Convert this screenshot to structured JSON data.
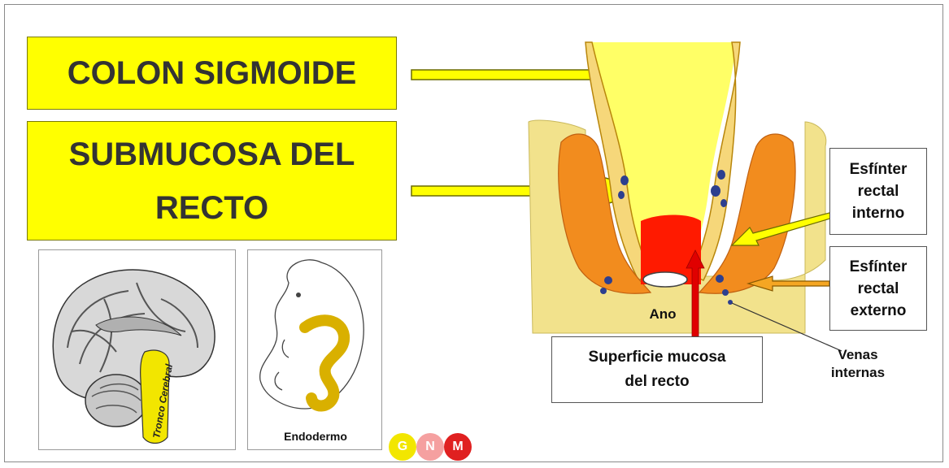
{
  "boxes": {
    "colon": "COLON SIGMOIDE",
    "submucosa": "SUBMUCOSA DEL\nRECTO"
  },
  "labels": {
    "esfinter_interno": "Esfínter\nrectal\ninterno",
    "esfinter_externo": "Esfínter\nrectal\nexterno",
    "superficie": "Superficie mucosa\ndel recto",
    "ano": "Ano",
    "venas": "Venas\ninternas",
    "endodermo": "Endodermo",
    "tronco": "Tronco Cerebral"
  },
  "logo": {
    "g": "G",
    "n": "N",
    "m": "M"
  },
  "colors": {
    "highlight_yellow": "#ffff00",
    "tissue_orange": "#f28c1e",
    "mucosa_red": "#ff1a00",
    "fat_yellow": "#f2e28c",
    "brainstem_yellow": "#f2e600",
    "endoderm_gold": "#d9b000"
  }
}
